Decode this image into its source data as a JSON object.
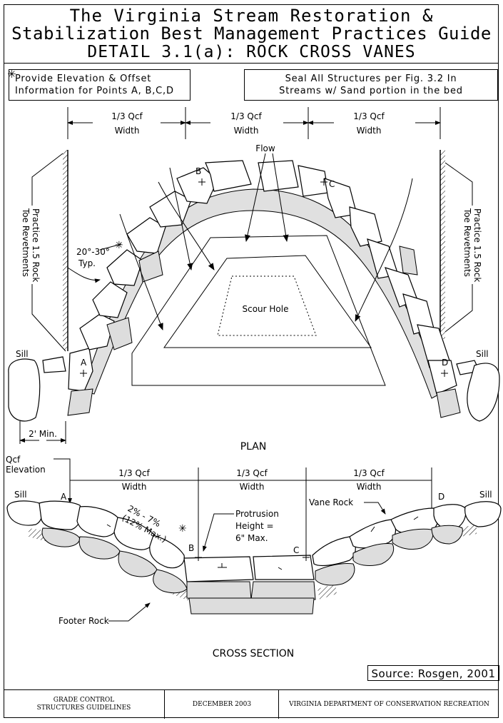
{
  "header": {
    "line1": "The Virginia Stream  Restoration &",
    "line2": "Stabilization Best Management Practices Guide",
    "line3": "DETAIL 3.1(a): ROCK CROSS VANES"
  },
  "notes": {
    "left_line1": "Provide Elevation & Offset",
    "left_line2": "Information for Points A, B,C,D",
    "right_line1": "Seal All Structures per Fig. 3.2 In",
    "right_line2": "Streams w/ Sand portion in the bed"
  },
  "plan": {
    "width_label_a": "1/3 Qcf",
    "width_label_b": "Width",
    "flow": "Flow",
    "toe_revetment_line1": "Practice 1.5 Rock",
    "toe_revetment_line2": "Toe Revetments",
    "angle_line1": "20°-30°",
    "angle_line2": "Typ.",
    "scour_hole": "Scour Hole",
    "sill": "Sill",
    "min_distance": "2' Min.",
    "point_a": "A",
    "point_b": "B",
    "point_c": "C",
    "point_d": "D",
    "section_title": "PLAN"
  },
  "cross_section": {
    "qcf_line1": "Qcf",
    "qcf_line2": "Elevation",
    "sill": "Sill",
    "slope_line1": "2% - 7%",
    "slope_line2": "(12% Max.)",
    "protrusion_line1": "Protrusion",
    "protrusion_line2": "Height =",
    "protrusion_line3": "6\" Max.",
    "vane_rock": "Vane Rock",
    "footer_rock": "Footer Rock",
    "section_title": "CROSS SECTION"
  },
  "source": "Source: Rosgen, 2001",
  "footer": {
    "cell1_line1": "GRADE CONTROL",
    "cell1_line2": "STRUCTURES GUIDELINES",
    "cell2": "DECEMBER 2003",
    "cell3": "VIRGINIA DEPARTMENT OF CONSERVATION RECREATION"
  }
}
